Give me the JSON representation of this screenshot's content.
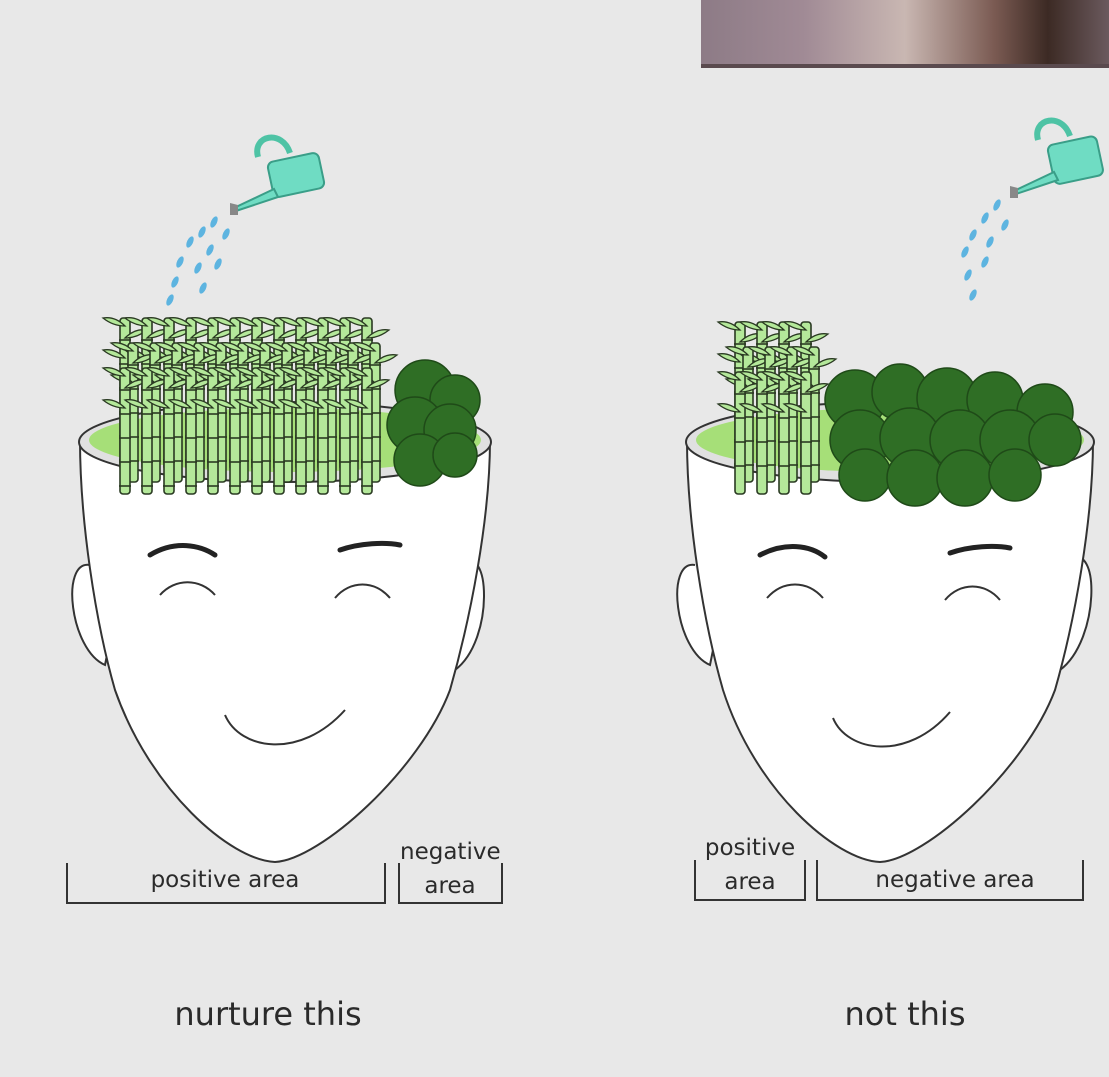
{
  "colors": {
    "background": "#e8e8e8",
    "bamboo": "#b4e89a",
    "bush": "#2f6e25",
    "soil": "#a6df78",
    "water": "#5db4e0",
    "can": "#6fdcc3"
  },
  "left_panel": {
    "positive_label": "positive area",
    "negative_label_line1": "negative",
    "negative_label_line2": "area",
    "caption": "nurture this"
  },
  "right_panel": {
    "positive_label_line1": "positive",
    "positive_label_line2": "area",
    "negative_label": "negative area",
    "caption": "not this"
  },
  "icons": [
    "watering-can-icon",
    "water-drops-icon",
    "bamboo-icon",
    "bush-icon",
    "head-icon"
  ]
}
